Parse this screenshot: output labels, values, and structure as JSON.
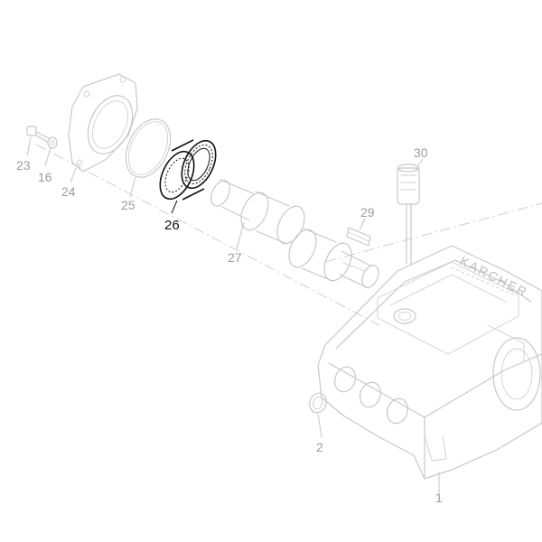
{
  "diagram": {
    "type": "exploded-parts-view",
    "highlighted_part": "26",
    "colors": {
      "background": "#ffffff",
      "ghost_line": "#c8c8c8",
      "highlight": "#111111",
      "label": "#9c9c9c"
    }
  },
  "callouts": {
    "c1": "1",
    "c2": "2",
    "c16": "16",
    "c23": "23",
    "c24": "24",
    "c25": "25",
    "c26": "26",
    "c27": "27",
    "c29": "29",
    "c30": "30"
  },
  "housing_lettering": "KARCHER"
}
